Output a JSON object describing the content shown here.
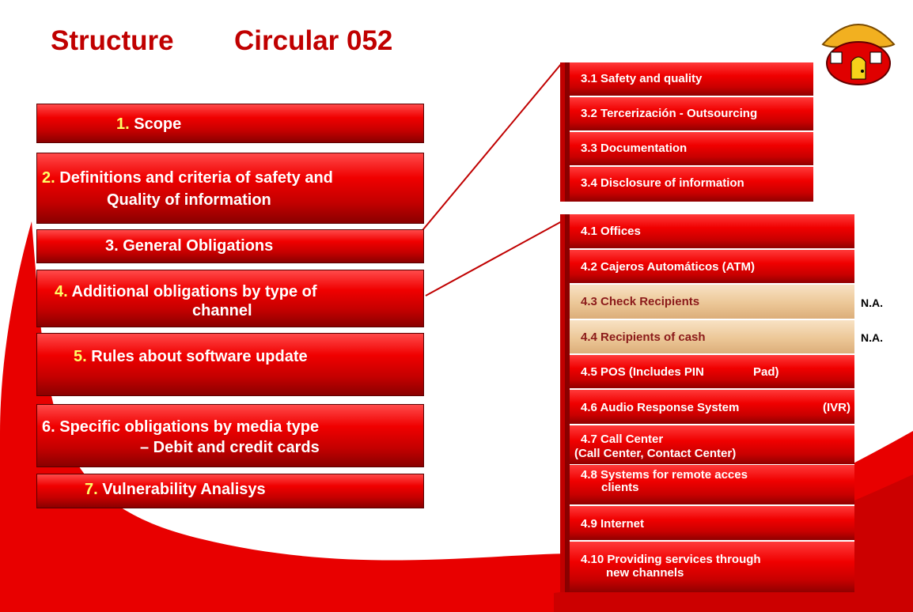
{
  "title": {
    "left": "Structure",
    "right": "Circular 052"
  },
  "left_items": [
    {
      "num": "1.",
      "lines": [
        "Scope"
      ]
    },
    {
      "num": "2.",
      "lines": [
        "Definitions and criteria of safety and",
        "Quality of information"
      ]
    },
    {
      "num": "",
      "lines": [
        "3. General Obligations"
      ]
    },
    {
      "num": "4.",
      "lines": [
        "Additional obligations by type of",
        "channel"
      ]
    },
    {
      "num": "5.",
      "lines": [
        "Rules about software update"
      ]
    },
    {
      "num": "",
      "lines": [
        "6. Specific obligations by media type",
        "– Debit and credit cards"
      ]
    },
    {
      "num": "7.",
      "lines": [
        "Vulnerability Analisys"
      ]
    }
  ],
  "section3": [
    "3.1 Safety and quality",
    "3.2 Tercerización - Outsourcing",
    "3.3 Documentation",
    "3.4 Disclosure of information"
  ],
  "section4": [
    {
      "lines": [
        "4.1 Offices"
      ]
    },
    {
      "lines": [
        "4.2 Cajeros Automáticos (ATM)"
      ]
    },
    {
      "lines": [
        "4.3 Check Recipients"
      ],
      "na": "N.A."
    },
    {
      "lines": [
        "4.4 Recipients of cash"
      ],
      "na": "N.A."
    },
    {
      "lines": [
        "4.5 POS  (Includes PIN",
        "Pad)"
      ]
    },
    {
      "lines": [
        "4.6  Audio Response System",
        "(IVR)"
      ]
    },
    {
      "lines": [
        "4.7  Call Center",
        "(Call Center, Contact Center)"
      ]
    },
    {
      "lines": [
        "4.8  Systems for remote acces",
        "clients"
      ]
    },
    {
      "lines": [
        "4.9 Internet"
      ]
    },
    {
      "lines": [
        "4.10  Providing services through",
        "new channels"
      ]
    }
  ],
  "colors": {
    "title": "#c00000",
    "box": "#e00000",
    "na_box": "#ecc797",
    "swoosh": "#e00000"
  },
  "icons": {
    "logo": "house-mascot-logo"
  }
}
